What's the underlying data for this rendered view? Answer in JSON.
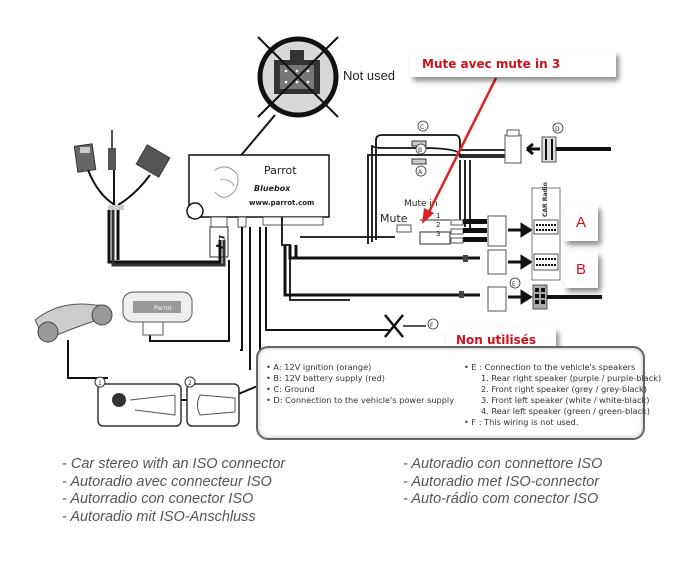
{
  "diagram": {
    "device": {
      "brand": "Parrot",
      "model": "Bluebox",
      "url": "www.parrot.com"
    },
    "not_used_label": "Not used",
    "mute_label": "Mute",
    "mute_in_label": "Mute in",
    "mute_pins": [
      "1",
      "2",
      "3"
    ],
    "connector_markers": [
      "C",
      "B",
      "A",
      "D",
      "E",
      "F"
    ],
    "step_markers": [
      "1",
      "2"
    ],
    "car_radio_label": "CAR Radio",
    "display_brand": "Parrot",
    "music_icon": "music-note-icon"
  },
  "callouts": {
    "mute": "Mute avec mute in 3",
    "non_utilises": "Non utilisés",
    "label_a": "A",
    "label_b": "B"
  },
  "legend": {
    "left": [
      "• A: 12V ignition (orange)",
      "• B: 12V battery supply (red)",
      "• C: Ground",
      "• D: Connection to the vehicle's power supply"
    ],
    "right_header": "• E : Connection to the vehicle's speakers",
    "speakers": [
      "1.  Rear right speaker (purple / purple-black)",
      "2.  Front right speaker (grey / grey-black)",
      "3.  Front left speaker (white / white-black)",
      "4.  Rear left speaker (green / green-black)"
    ],
    "footer": "• F : This wiring is not used."
  },
  "captions": {
    "left": [
      "- Car stereo with an ISO connector",
      "- Autoradio avec connecteur ISO",
      "- Autorradio con conector ISO",
      "- Autoradio mit ISO-Anschluss"
    ],
    "right": [
      "- Autoradio con connettore ISO",
      "- Autoradio met ISO-connector",
      "- Auto-rádio com conector ISO"
    ]
  },
  "colors": {
    "callout_text": "#d0101a",
    "arrow": "#e02020",
    "wire": "#1a1a1a"
  }
}
